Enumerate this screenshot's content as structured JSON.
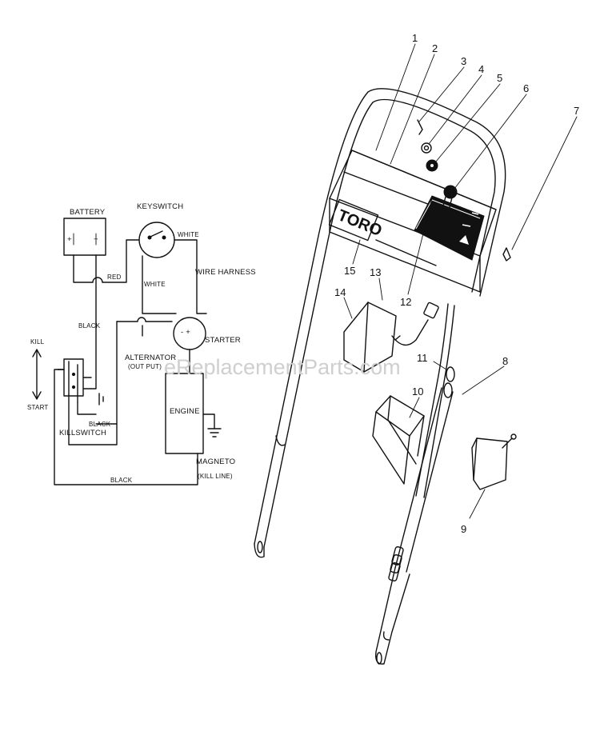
{
  "watermark": "eReplacementParts.com",
  "brand_plate": "TORO",
  "wiring": {
    "battery": "BATTERY",
    "battery_plus": "+",
    "battery_minus": "−",
    "keyswitch": "KEYSWITCH",
    "white_1": "WHITE",
    "wire_harness": "WIRE HARNESS",
    "red": "RED",
    "white_2": "WHITE",
    "black_1": "BLACK",
    "kill": "KILL",
    "start": "START",
    "starter": "STARTER",
    "alternator": "ALTERNATOR",
    "out_put": "(OUT PUT)",
    "engine": "ENGINE",
    "black_2": "BLACK",
    "killswitch": "KILLSWITCH",
    "magneto": "MAGNETO",
    "kill_line": "(KILL LINE)",
    "black_3": "BLACK"
  },
  "callouts": [
    "1",
    "2",
    "3",
    "4",
    "5",
    "6",
    "7",
    "8",
    "9",
    "10",
    "11",
    "12",
    "13",
    "14",
    "15"
  ]
}
